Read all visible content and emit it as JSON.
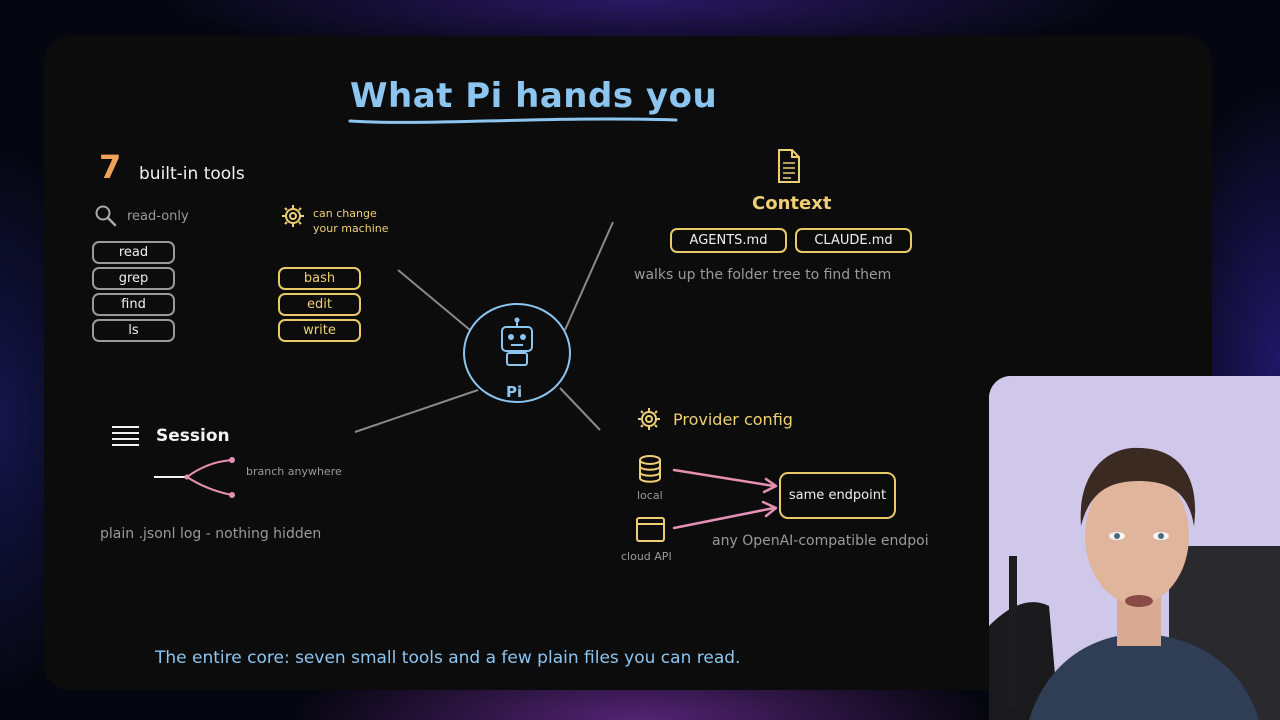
{
  "title": "What Pi hands you",
  "tools": {
    "count": "7",
    "heading": "built-in tools",
    "readonly_label": "read-only",
    "readonly_items": [
      "read",
      "grep",
      "find",
      "ls"
    ],
    "change_label_line1": "can change",
    "change_label_line2": "your machine",
    "change_items": [
      "bash",
      "edit",
      "write"
    ]
  },
  "center": {
    "label": "Pi"
  },
  "context": {
    "heading": "Context",
    "files": [
      "AGENTS.md",
      "CLAUDE.md"
    ],
    "note": "walks up the folder tree to find them"
  },
  "session": {
    "heading": "Session",
    "branch_label": "branch anywhere",
    "note": "plain .jsonl log - nothing hidden"
  },
  "provider": {
    "heading": "Provider config",
    "local_label": "local",
    "cloud_label": "cloud API",
    "endpoint_label": "same endpoint",
    "note": "any OpenAI-compatible endpoi"
  },
  "footer": "The entire core: seven small tools and a few plain files you can read.",
  "colors": {
    "accent_blue": "#8cc6f0",
    "accent_yellow": "#efcf74",
    "accent_orange": "#f0a25a",
    "accent_pink": "#e690b4"
  }
}
